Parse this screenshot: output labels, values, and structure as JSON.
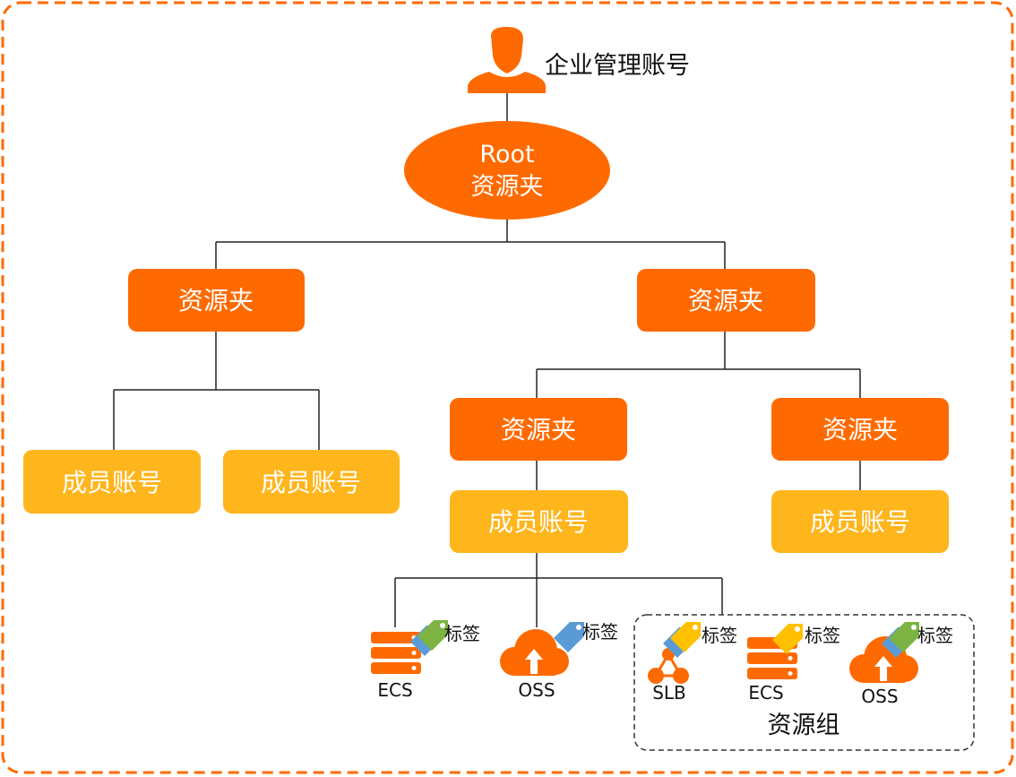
{
  "enterprise_account": "企业管理账号",
  "root": {
    "line1": "Root",
    "line2": "资源夹"
  },
  "folder_label": "资源夹",
  "member_label": "成员账号",
  "tag_label": "标签",
  "resource_group_label": "资源组",
  "products": {
    "ecs": "ECS",
    "oss": "OSS",
    "slb": "SLB"
  },
  "colors": {
    "folder": "#FF6A00",
    "member": "#FFB51C",
    "border": "#FF6A00",
    "tag_green": "#7CB342",
    "tag_blue": "#5B9BD5",
    "tag_yellow": "#FFC000"
  }
}
